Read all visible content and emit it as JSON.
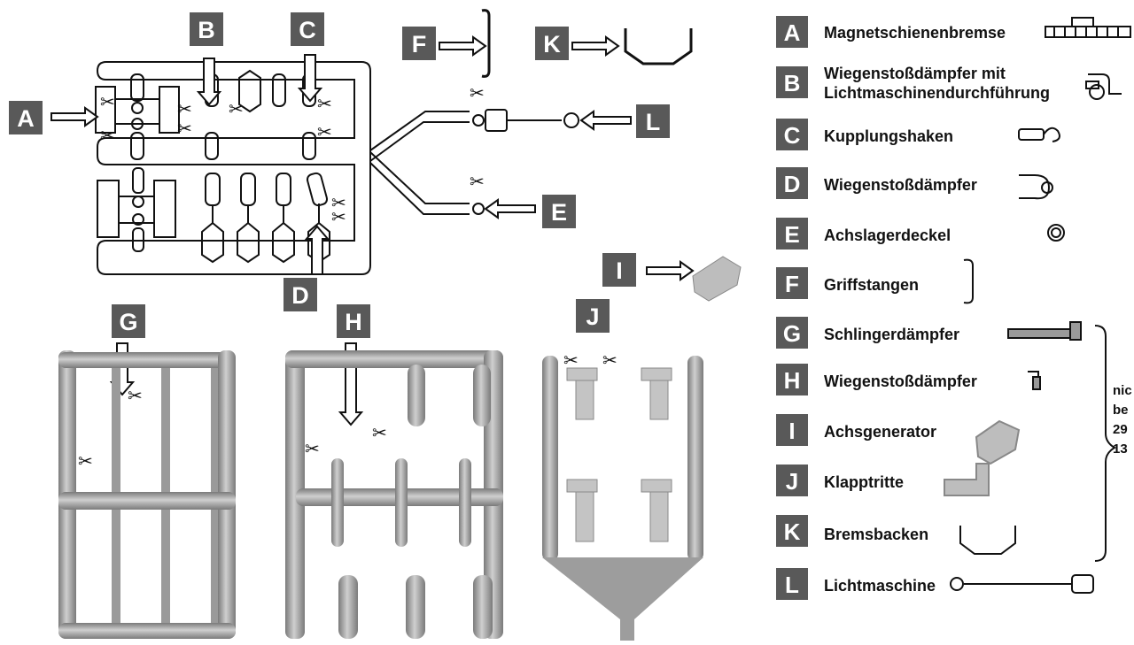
{
  "colors": {
    "label_box": "#595959",
    "label_text": "#ffffff",
    "line": "#111111",
    "sprue": "#a8a8a8"
  },
  "callouts": [
    "A",
    "B",
    "C",
    "D",
    "E",
    "F",
    "G",
    "H",
    "I",
    "J",
    "K",
    "L"
  ],
  "parts": [
    {
      "letter": "A",
      "name": "Magnetschienenbremse"
    },
    {
      "letter": "B",
      "name": [
        "Wiegenstoßdämpfer mit",
        "Lichtmaschinendurchführung"
      ]
    },
    {
      "letter": "C",
      "name": "Kupplungshaken"
    },
    {
      "letter": "D",
      "name": "Wiegenstoßdämpfer"
    },
    {
      "letter": "E",
      "name": "Achslagerdeckel"
    },
    {
      "letter": "F",
      "name": "Griffstangen"
    },
    {
      "letter": "G",
      "name": "Schlingerdämpfer"
    },
    {
      "letter": "H",
      "name": "Wiegenstoßdämpfer"
    },
    {
      "letter": "I",
      "name": "Achsgenerator"
    },
    {
      "letter": "J",
      "name": "Klapptritte"
    },
    {
      "letter": "K",
      "name": "Bremsbacken"
    },
    {
      "letter": "L",
      "name": "Lichtmaschine"
    }
  ],
  "side_note": [
    "nic",
    "be",
    "29",
    "13"
  ],
  "icons": [
    "scissors-icon",
    "arrow-right-icon",
    "arrow-down-icon",
    "arrow-up-icon",
    "arrow-left-icon",
    "brace-icon"
  ]
}
